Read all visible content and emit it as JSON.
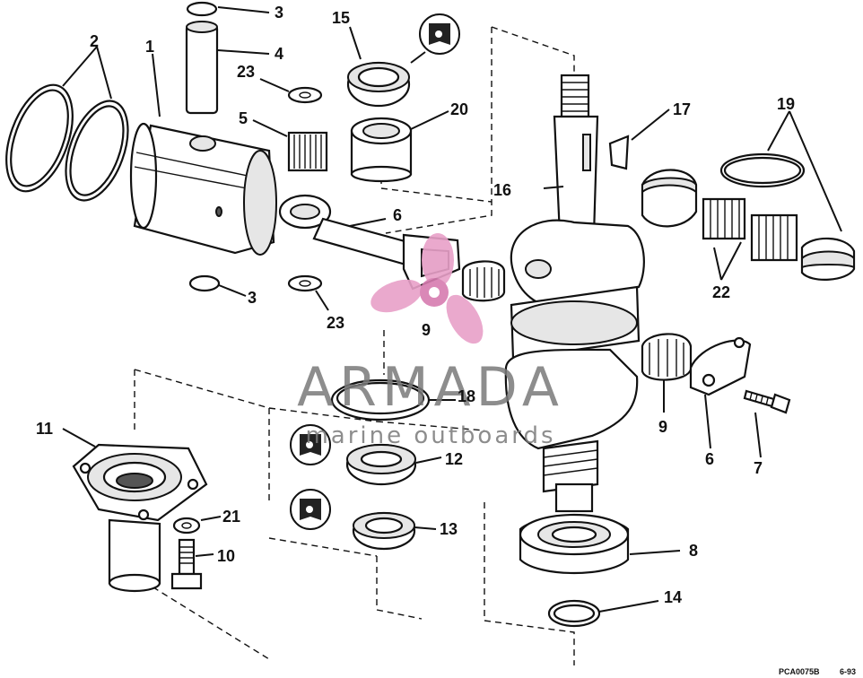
{
  "callouts": {
    "c1": "1",
    "c2": "2",
    "c3_top": "3",
    "c3_bottom": "3",
    "c4": "4",
    "c5": "5",
    "c6_rod": "6",
    "c6_cap": "6",
    "c7": "7",
    "c8": "8",
    "c9_center": "9",
    "c9_right": "9",
    "c10": "10",
    "c11": "11",
    "c12": "12",
    "c13": "13",
    "c14": "14",
    "c15": "15",
    "c16": "16",
    "c17": "17",
    "c18": "18",
    "c19": "19",
    "c20": "20",
    "c21": "21",
    "c22": "22",
    "c23_top": "23",
    "c23_bottom": "23"
  },
  "footer": {
    "drawing_code": "PCA0075B",
    "date_code": "6-93"
  },
  "watermark": {
    "brand": "ARMADA",
    "tagline": "marine outboards",
    "logo_color": "#e8a0c8",
    "text_color": "#7a7a7a"
  },
  "icons": [
    "sealer-tube-icon",
    "sealer-tube-icon",
    "sealer-tube-icon",
    "propeller-logo-icon"
  ]
}
